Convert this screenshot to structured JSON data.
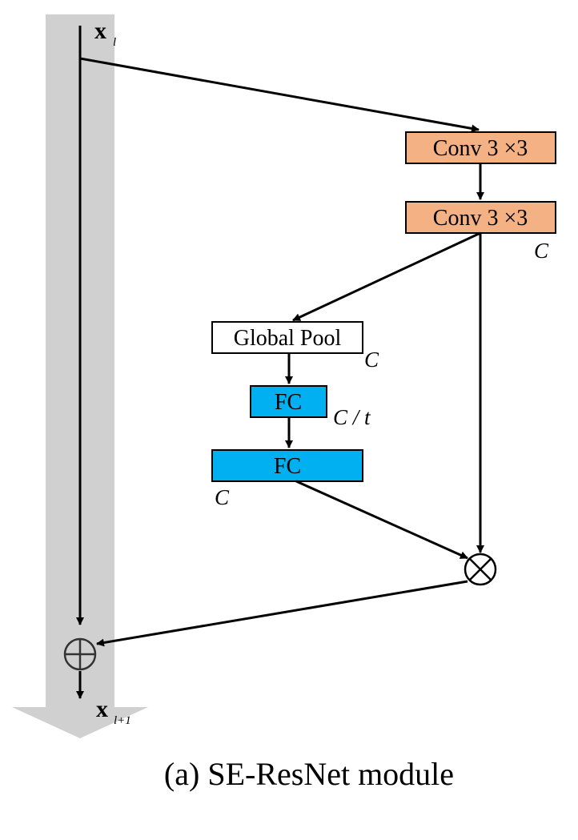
{
  "diagram": {
    "input": {
      "main": "x",
      "sub": "l"
    },
    "output": {
      "main": "x",
      "sub": "l+1"
    },
    "conv1": {
      "label": "Conv 3 ×3"
    },
    "conv2": {
      "label": "Conv 3 ×3",
      "dim": "C"
    },
    "pool": {
      "label": "Global Pool",
      "dim": "C"
    },
    "fc1": {
      "label": "FC",
      "dim": "C / t"
    },
    "fc2": {
      "label": "FC",
      "dim": "C"
    },
    "multiply": {
      "symbol": "⊗"
    },
    "add": {
      "symbol": "⊕"
    },
    "colors": {
      "conv": "#f4b183",
      "fc": "#00b0f0",
      "pool": "#ffffff",
      "identity_path": "#d0d0d0",
      "line": "#000000"
    }
  },
  "caption": "(a) SE-ResNet module"
}
